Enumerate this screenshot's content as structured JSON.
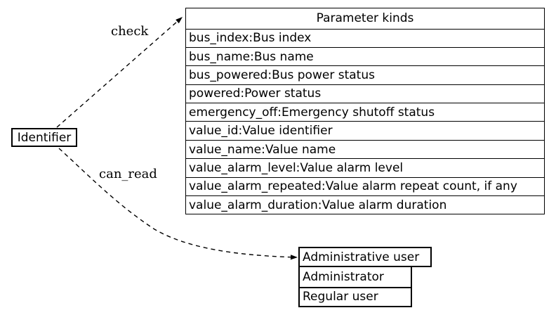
{
  "canvas": {
    "background_color": "#ffffff",
    "line_color": "#000000",
    "text_color": "#000000"
  },
  "identifier_node": {
    "label": "Identifier"
  },
  "parameter_table": {
    "title": "Parameter kinds",
    "rows": [
      "bus_index:Bus index",
      "bus_name:Bus name",
      "bus_powered:Bus power status",
      "powered:Power status",
      "emergency_off:Emergency shutoff status",
      "value_id:Value identifier",
      "value_name:Value name",
      "value_alarm_level:Value alarm level",
      "value_alarm_repeated:Value alarm repeat count, if any",
      "value_alarm_duration:Value alarm duration"
    ]
  },
  "user_table": {
    "title": "Administrative user",
    "rows": [
      "Administrator",
      "Regular user"
    ]
  },
  "edges": [
    {
      "label": "check",
      "from": "Identifier",
      "to": "Parameter kinds",
      "style": "dashed"
    },
    {
      "label": "can_read",
      "from": "Identifier",
      "to": "Administrative user",
      "style": "dashed"
    }
  ]
}
